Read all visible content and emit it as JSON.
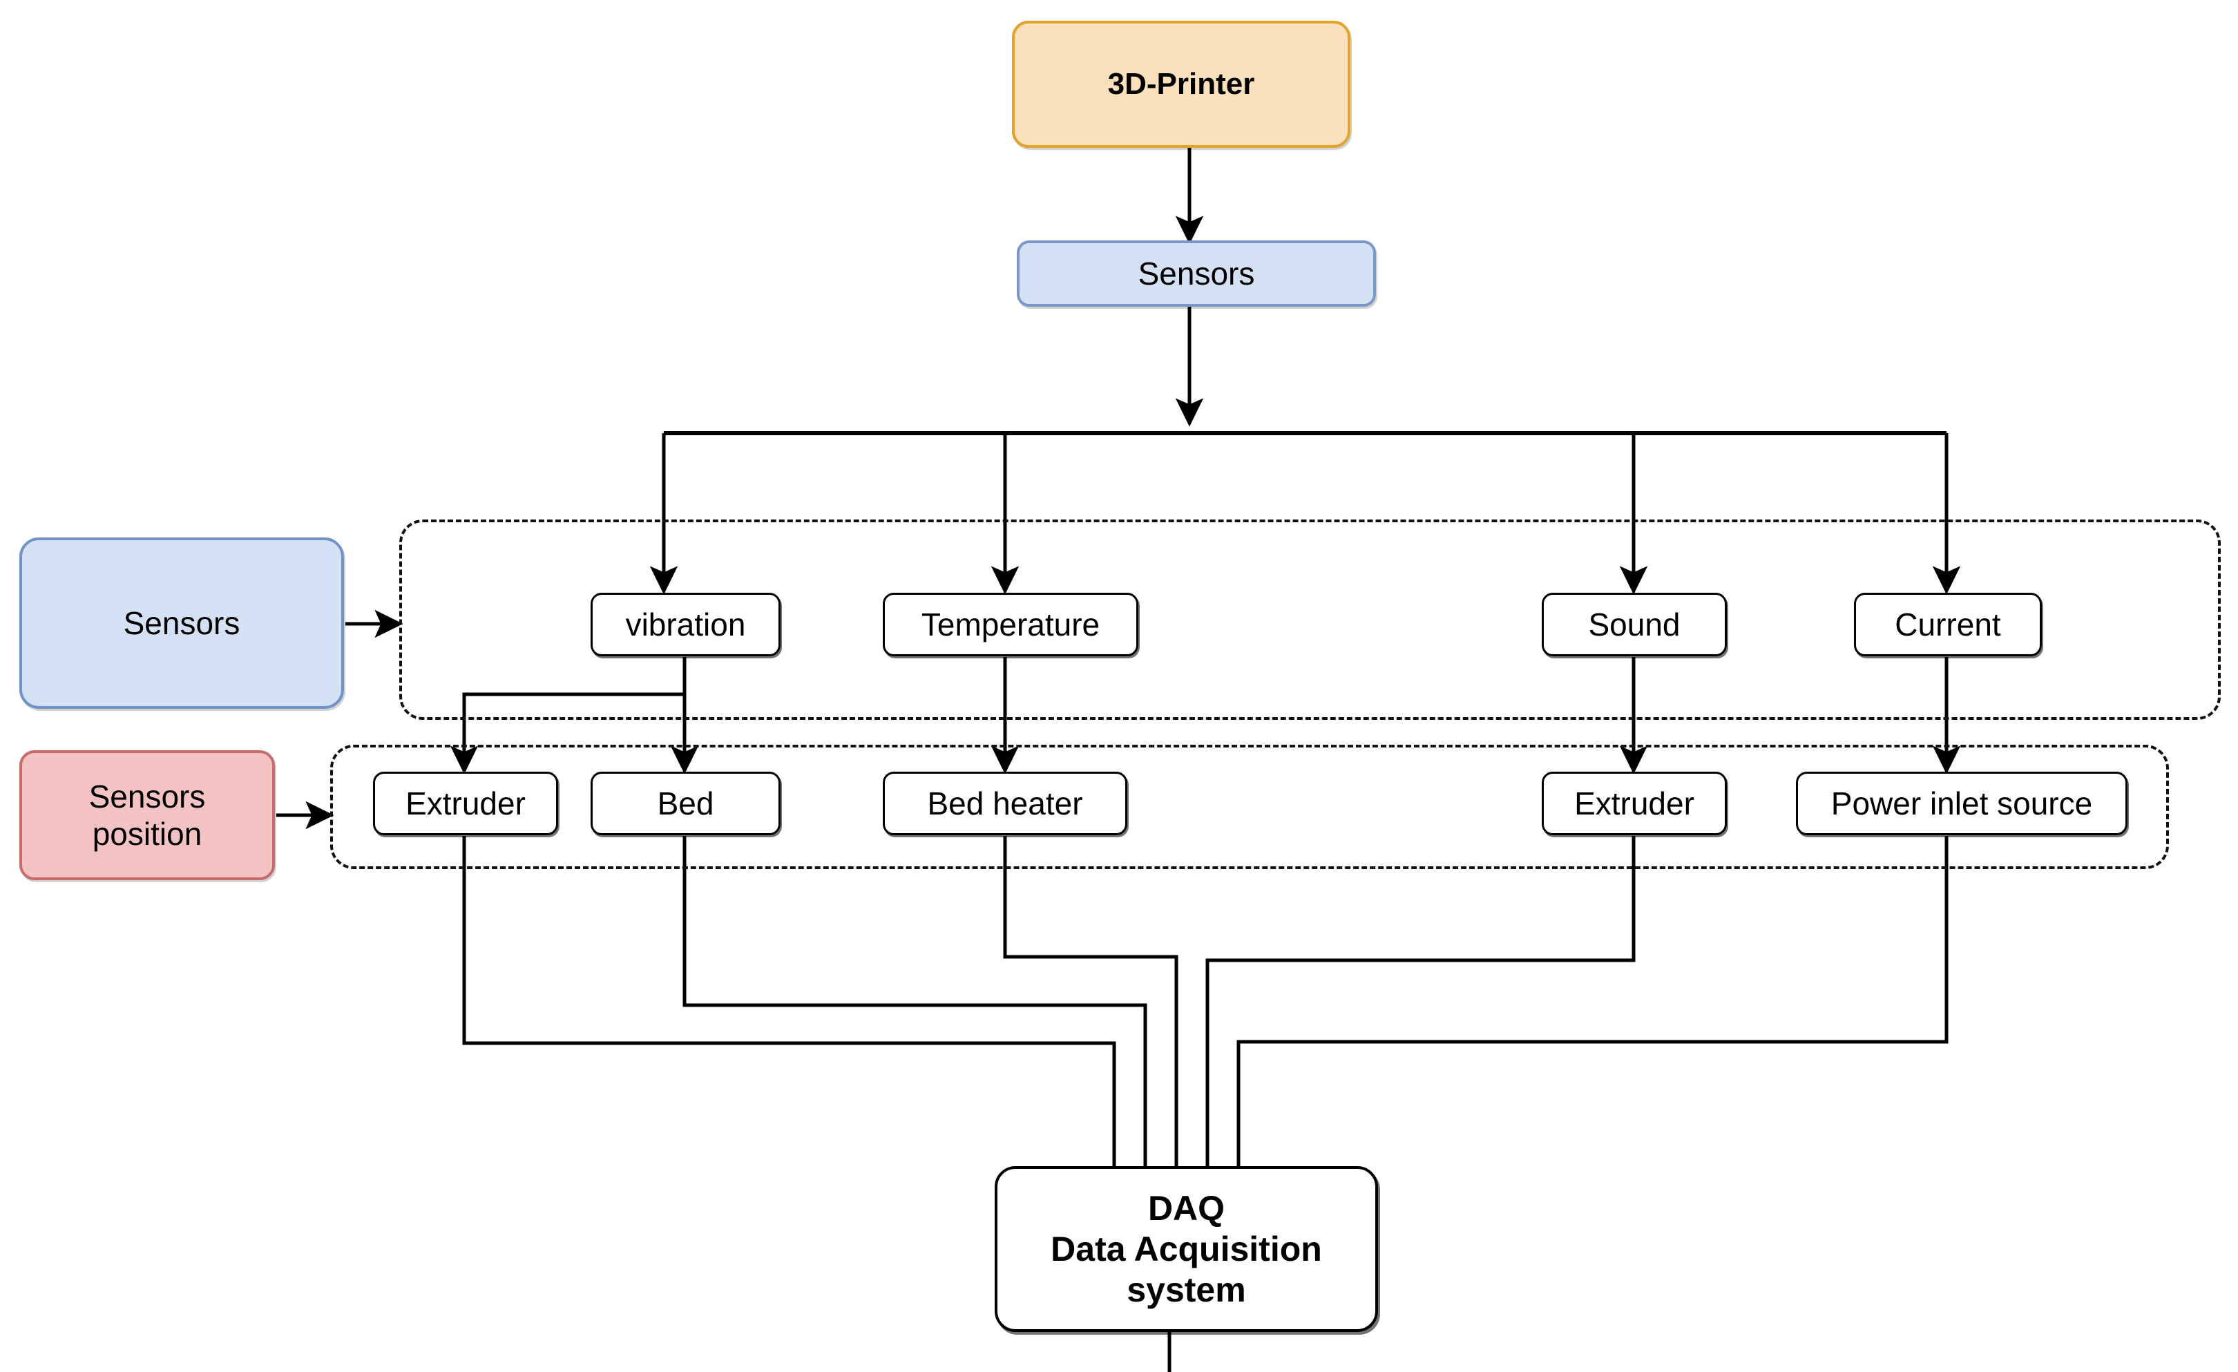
{
  "diagram": {
    "title_node": "3D-Printer",
    "nodes": {
      "printer": "3D-Printer",
      "sensors_top": "Sensors",
      "legend_sensors": "Sensors",
      "legend_sensors_position_line1": "Sensors",
      "legend_sensors_position_line2": "position",
      "sensor_vibration": "vibration",
      "sensor_temperature": "Temperature",
      "sensor_sound": "Sound",
      "sensor_current": "Current",
      "pos_extruder_vibration": "Extruder",
      "pos_bed": "Bed",
      "pos_bed_heater": "Bed heater",
      "pos_extruder_sound": "Extruder",
      "pos_power_inlet": "Power inlet source",
      "daq_line1": "DAQ",
      "daq_line2": "Data Acquisition",
      "daq_line3": "system"
    },
    "groups": {
      "sensors_group_label": "Sensors",
      "positions_group_label": "Sensors position"
    },
    "colors": {
      "printer_fill": "#fbe0be",
      "printer_stroke": "#e0a32e",
      "sensor_fill": "#d4e1f5",
      "sensor_stroke": "#7899c8",
      "position_fill": "#f3c3c3",
      "position_stroke": "#c86b6b",
      "node_fill": "#ffffff",
      "node_stroke": "#000000",
      "wire": "#000000",
      "background": "#ffffff"
    },
    "edges": [
      {
        "from": "3D-Printer",
        "to": "Sensors",
        "arrow": true
      },
      {
        "from": "Sensors",
        "to": "sensor-bus",
        "arrow": true
      },
      {
        "from": "sensor-bus",
        "to": "vibration",
        "arrow": true
      },
      {
        "from": "sensor-bus",
        "to": "Temperature",
        "arrow": true
      },
      {
        "from": "sensor-bus",
        "to": "Sound",
        "arrow": true
      },
      {
        "from": "sensor-bus",
        "to": "Current",
        "arrow": true
      },
      {
        "from": "vibration",
        "to": "Extruder",
        "arrow": true
      },
      {
        "from": "vibration",
        "to": "Bed",
        "arrow": true
      },
      {
        "from": "Temperature",
        "to": "Bed heater",
        "arrow": true
      },
      {
        "from": "Sound",
        "to": "Extruder",
        "arrow": true
      },
      {
        "from": "Current",
        "to": "Power inlet source",
        "arrow": true
      },
      {
        "from": "Sensors (legend)",
        "to": "sensors-group",
        "arrow": true
      },
      {
        "from": "Sensors position (legend)",
        "to": "positions-group",
        "arrow": true
      },
      {
        "from": "Extruder",
        "to": "DAQ",
        "arrow": false
      },
      {
        "from": "Bed",
        "to": "DAQ",
        "arrow": false
      },
      {
        "from": "Bed heater",
        "to": "DAQ",
        "arrow": false
      },
      {
        "from": "Extruder (sound)",
        "to": "DAQ",
        "arrow": false
      },
      {
        "from": "Power inlet source",
        "to": "DAQ",
        "arrow": false
      }
    ]
  }
}
